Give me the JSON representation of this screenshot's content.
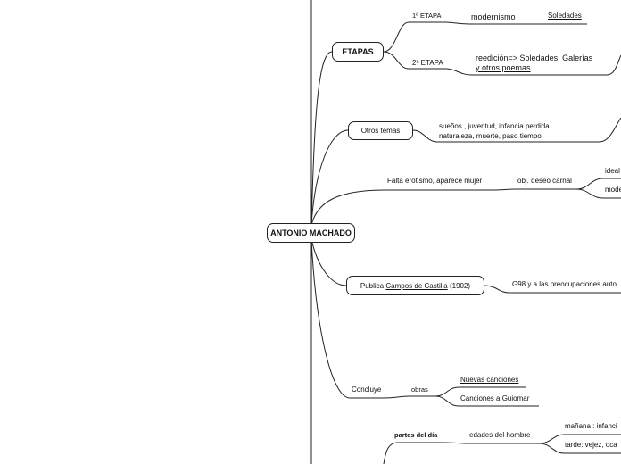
{
  "central_topic": "ANTONIO MACHADO",
  "branches": {
    "etapas": {
      "label": "ETAPAS",
      "primera": {
        "label": "1ª ETAPA",
        "child": "modernismo",
        "work": "Soledades"
      },
      "segunda": {
        "label": "2ª ETAPA",
        "prefix": "reedición=> ",
        "work_line1": "Soledades, Galerías",
        "work_line2": "y otros poemas"
      }
    },
    "otros_temas": {
      "label": "Otros temas",
      "line1": "sueños , juventud, infancia perdida",
      "line2": "naturaleza, muerte, paso tiempo"
    },
    "erotismo": {
      "label": "Falta erotismo, aparece mujer",
      "child": "obj. deseo carnal",
      "sub1": "ideal",
      "sub2": "mode"
    },
    "campos": {
      "prefix": "Publica ",
      "work": "Campos de Castilla",
      "suffix": " (1902)",
      "child": "G98 y a las preocupaciones auto"
    },
    "concluye": {
      "label": "Concluye",
      "child": "obras",
      "work1": "Nuevas canciones",
      "work2": "Canciones a Guiomar"
    },
    "partes": {
      "label": "partes del día",
      "child": "edades del hombre",
      "sub1": "mañana : infanci",
      "sub2": "tarde: vejez, oca"
    }
  },
  "colors": {
    "line": "#222222",
    "background": "#ffffff",
    "text": "#111111"
  }
}
